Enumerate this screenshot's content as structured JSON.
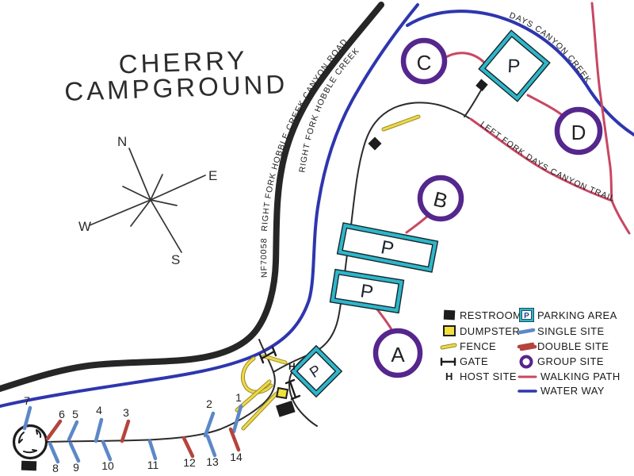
{
  "title": {
    "line1": "CHERRY",
    "line2": "CAMPGROUND"
  },
  "compass": {
    "north": "N",
    "east": "E",
    "south": "S",
    "west": "W"
  },
  "labels": {
    "road": "NF70058  RIGHT FORK HOBBLE CREEK CANYON ROAD",
    "creek": "RIGHT FORK HOBBLE CREEK",
    "days_creek": "DAYS CANYON CREEK",
    "trail": "LEFT FORK DAYS CANYON TRAIL",
    "host": "H",
    "parking": "P"
  },
  "group_sites": {
    "a": "A",
    "b": "B",
    "c": "C",
    "d": "D"
  },
  "sites": [
    {
      "num": "1",
      "type": "single"
    },
    {
      "num": "2",
      "type": "single"
    },
    {
      "num": "3",
      "type": "double"
    },
    {
      "num": "4",
      "type": "single"
    },
    {
      "num": "5",
      "type": "single"
    },
    {
      "num": "6",
      "type": "double"
    },
    {
      "num": "7",
      "type": "single"
    },
    {
      "num": "8",
      "type": "single"
    },
    {
      "num": "9",
      "type": "single"
    },
    {
      "num": "10",
      "type": "single"
    },
    {
      "num": "11",
      "type": "single"
    },
    {
      "num": "12",
      "type": "double"
    },
    {
      "num": "13",
      "type": "single"
    },
    {
      "num": "14",
      "type": "double"
    }
  ],
  "legend": {
    "left": [
      {
        "label": "RESTROOM"
      },
      {
        "label": "DUMPSTER"
      },
      {
        "label": "FENCE"
      },
      {
        "label": "GATE"
      },
      {
        "label": "HOST SITE",
        "icon": "H"
      }
    ],
    "right": [
      {
        "label": "PARKING AREA",
        "icon": "P"
      },
      {
        "label": "SINGLE SITE"
      },
      {
        "label": "DOUBLE SITE"
      },
      {
        "label": "GROUP SITE"
      },
      {
        "label": "WALKING PATH"
      },
      {
        "label": "WATER WAY"
      }
    ]
  },
  "colors": {
    "road": "#262626",
    "waterway": "#2e36ae",
    "walking_path": "#c84763",
    "single_site": "#5c88c8",
    "double_site": "#b5443c",
    "group_site": "#55268d",
    "parking": "#2fb6ca",
    "fence": "#ecd94c"
  }
}
